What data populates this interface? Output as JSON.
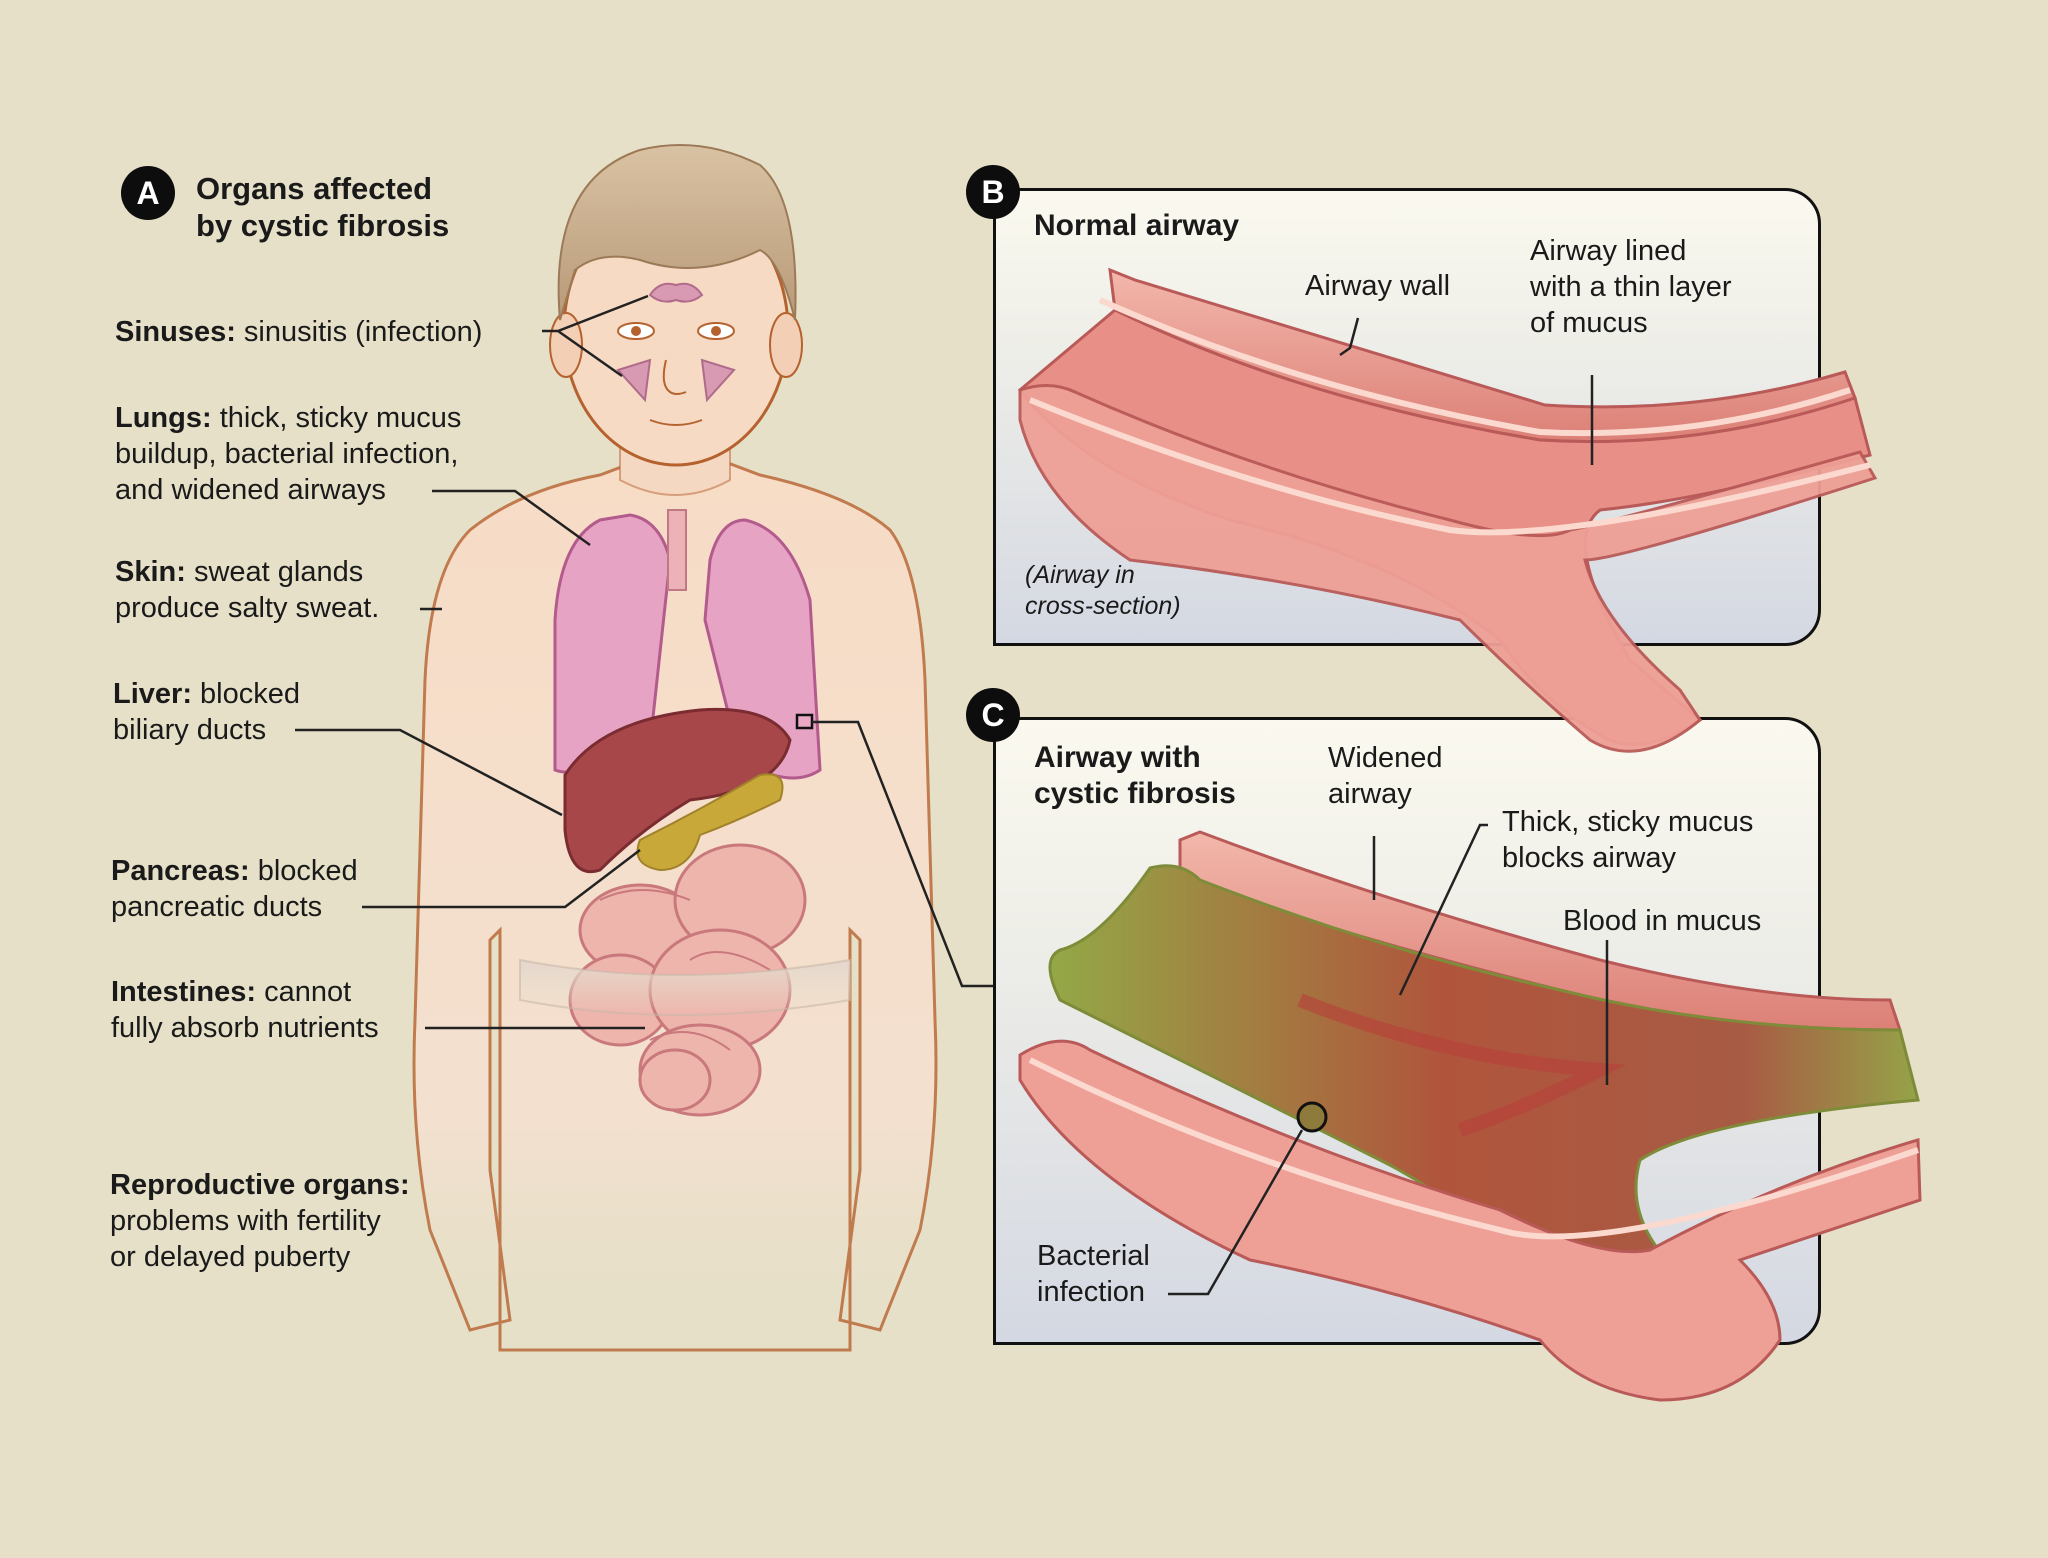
{
  "figure": {
    "background_color": "#e6e0c8",
    "accent_colors": {
      "skin_outline": "#b5622f",
      "lung": "#e6a3c3",
      "liver": "#a8474a",
      "pancreas": "#c9a83a",
      "intestine": "#eeb5ad",
      "airway": "#e8908a",
      "mucus_green": "#8aa13c",
      "panel_border": "#111111"
    }
  },
  "panel_a": {
    "badge": "A",
    "title_line1": "Organs affected",
    "title_line2": "by cystic fibrosis",
    "labels": [
      {
        "organ": "Sinuses:",
        "lines": [
          " sinusitis (infection)"
        ]
      },
      {
        "organ": "Lungs:",
        "lines": [
          " thick, sticky mucus",
          "buildup, bacterial infection,",
          "and widened airways"
        ]
      },
      {
        "organ": "Skin:",
        "lines": [
          " sweat glands",
          "produce salty sweat."
        ]
      },
      {
        "organ": "Liver:",
        "lines": [
          " blocked",
          "biliary ducts"
        ]
      },
      {
        "organ": "Pancreas:",
        "lines": [
          " blocked",
          "pancreatic ducts"
        ]
      },
      {
        "organ": "Intestines:",
        "lines": [
          " cannot",
          "fully absorb nutrients"
        ]
      },
      {
        "organ": "Reproductive organs:",
        "lines": [
          "",
          "problems with fertility",
          "or delayed puberty"
        ]
      }
    ]
  },
  "panel_b": {
    "badge": "B",
    "title": "Normal airway",
    "labels": {
      "airway_wall": "Airway wall",
      "lined_1": "Airway lined",
      "lined_2": "with a thin layer",
      "lined_3": "of mucus",
      "cross_1": "(Airway in",
      "cross_2": "cross-section)"
    }
  },
  "panel_c": {
    "badge": "C",
    "title_line1": "Airway with",
    "title_line2": "cystic fibrosis",
    "labels": {
      "widened_1": "Widened",
      "widened_2": "airway",
      "thick_1": "Thick, sticky mucus",
      "thick_2": "blocks airway",
      "blood": "Blood in mucus",
      "bact_1": "Bacterial",
      "bact_2": "infection"
    }
  }
}
